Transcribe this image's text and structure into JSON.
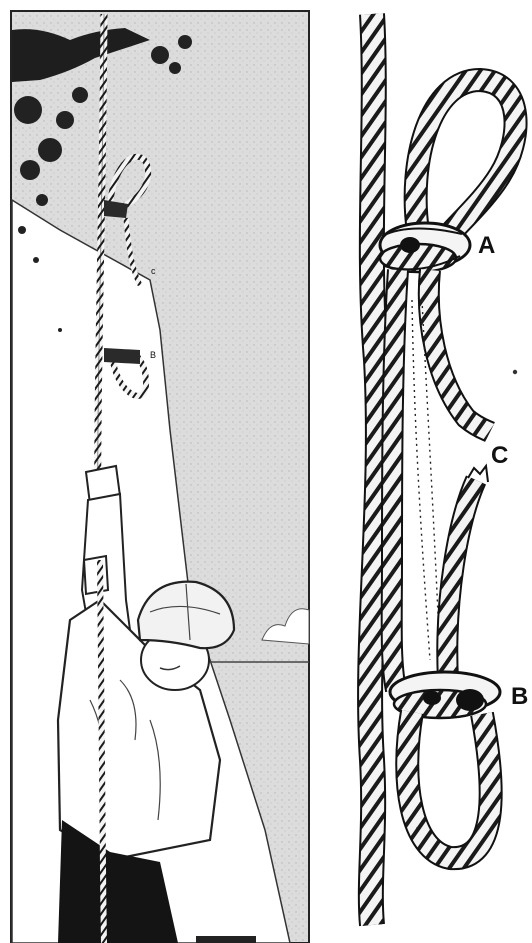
{
  "figure": {
    "labels": {
      "a": "A",
      "b": "B",
      "c": "C",
      "small_c": "c",
      "small_b": "B"
    },
    "colors": {
      "ink": "#111111",
      "sky": "#dcdcdc",
      "paper": "#ffffff",
      "rope": "#f4f4f4"
    }
  }
}
